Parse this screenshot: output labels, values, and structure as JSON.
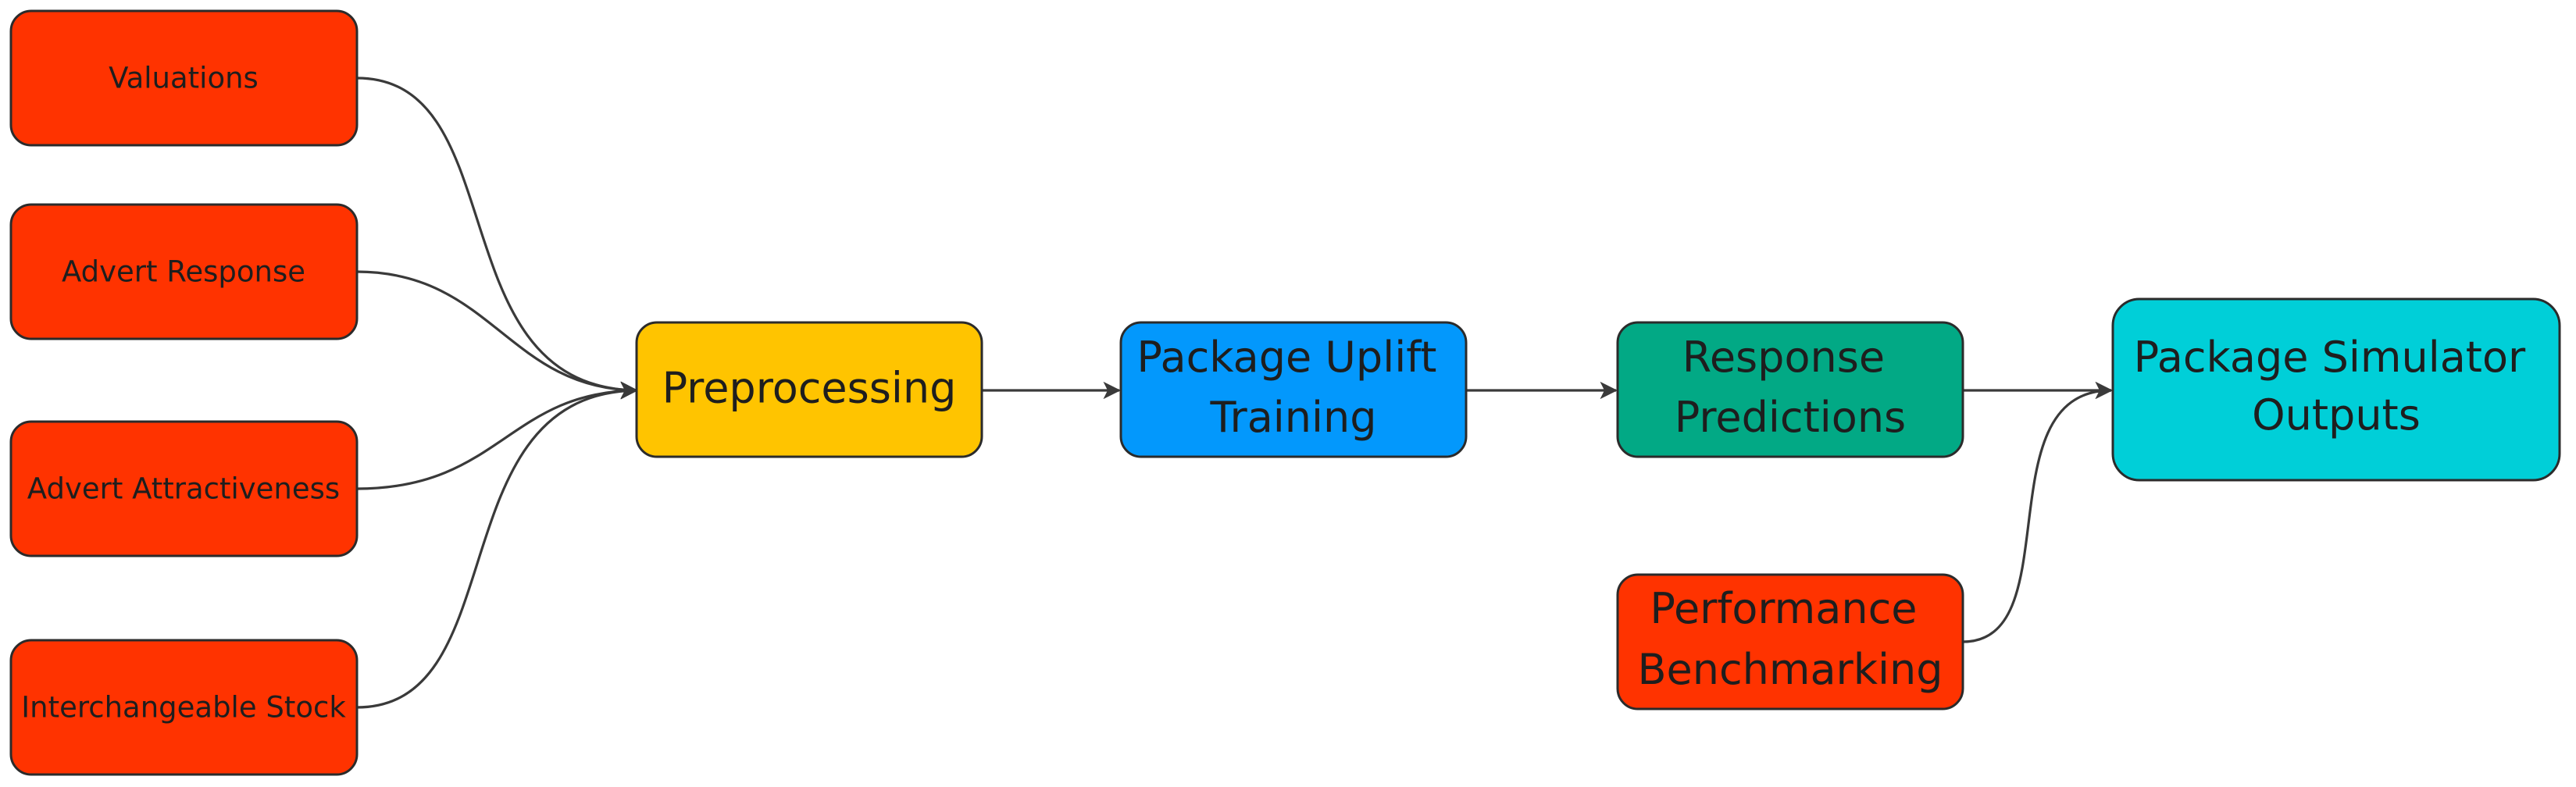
{
  "diagram": {
    "nodes": {
      "valuations": {
        "label": "Valuations",
        "color": "#ff3300"
      },
      "advert_response": {
        "label": "Advert Response",
        "color": "#ff3300"
      },
      "advert_attractiveness": {
        "label": "Advert Attractiveness",
        "color": "#ff3300"
      },
      "interchangeable_stock": {
        "label": "Interchangeable Stock",
        "color": "#ff3300"
      },
      "preprocessing": {
        "label": "Preprocessing",
        "color": "#ffc400"
      },
      "package_uplift_training": {
        "line1": "Package Uplift",
        "line2": "Training",
        "color": "#0398fc"
      },
      "response_predictions": {
        "line1": "Response",
        "line2": "Predictions",
        "color": "#02a985"
      },
      "performance_benchmarking": {
        "line1": "Performance",
        "line2": "Benchmarking",
        "color": "#ff3300"
      },
      "package_simulator_outputs": {
        "line1": "Package Simulator",
        "line2": "Outputs",
        "color": "#00cfd8"
      }
    },
    "edges": [
      {
        "from": "Valuations",
        "to": "Preprocessing"
      },
      {
        "from": "Advert Response",
        "to": "Preprocessing"
      },
      {
        "from": "Advert Attractiveness",
        "to": "Preprocessing"
      },
      {
        "from": "Interchangeable Stock",
        "to": "Preprocessing"
      },
      {
        "from": "Preprocessing",
        "to": "Package Uplift Training"
      },
      {
        "from": "Package Uplift Training",
        "to": "Response Predictions"
      },
      {
        "from": "Response Predictions",
        "to": "Package Simulator Outputs"
      },
      {
        "from": "Performance Benchmarking",
        "to": "Package Simulator Outputs"
      }
    ]
  }
}
